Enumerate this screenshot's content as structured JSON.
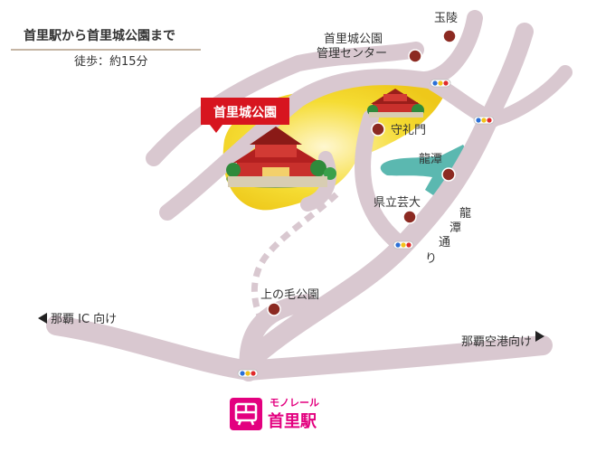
{
  "header": {
    "title": "首里駅から首里城公園まで",
    "subtitle": "徒歩：約15分"
  },
  "badge": {
    "label": "首里城公園"
  },
  "landmarks": {
    "gyokuryo": "玉陵",
    "kanri_center_line1": "首里城公園",
    "kanri_center_line2": "管理センター",
    "shureimon": "守礼門",
    "ryutan": "龍潭",
    "kenritsu_geidai": "県立芸大",
    "uenomo_park": "上の毛公園"
  },
  "roads": {
    "ryutan_dori": [
      "龍",
      "潭",
      "通",
      "り"
    ],
    "to_naha_ic": "那覇 IC 向け",
    "to_naha_airport": "那覇空港向け"
  },
  "station": {
    "type_label": "モノレール",
    "name": "首里駅"
  },
  "colors": {
    "road": "#d9c8d0",
    "park_yellow": "#f2d21a",
    "water": "#5bb8b0",
    "pin": "#8c2a22",
    "badge": "#d7151f",
    "station_accent": "#e3007f"
  },
  "icons": {
    "station": "monorail-station-icon",
    "pin": "location-pin-icon",
    "traffic_signal": "traffic-signal-icon",
    "arrow_left": "triangle-left-icon",
    "arrow_right": "triangle-right-icon"
  }
}
